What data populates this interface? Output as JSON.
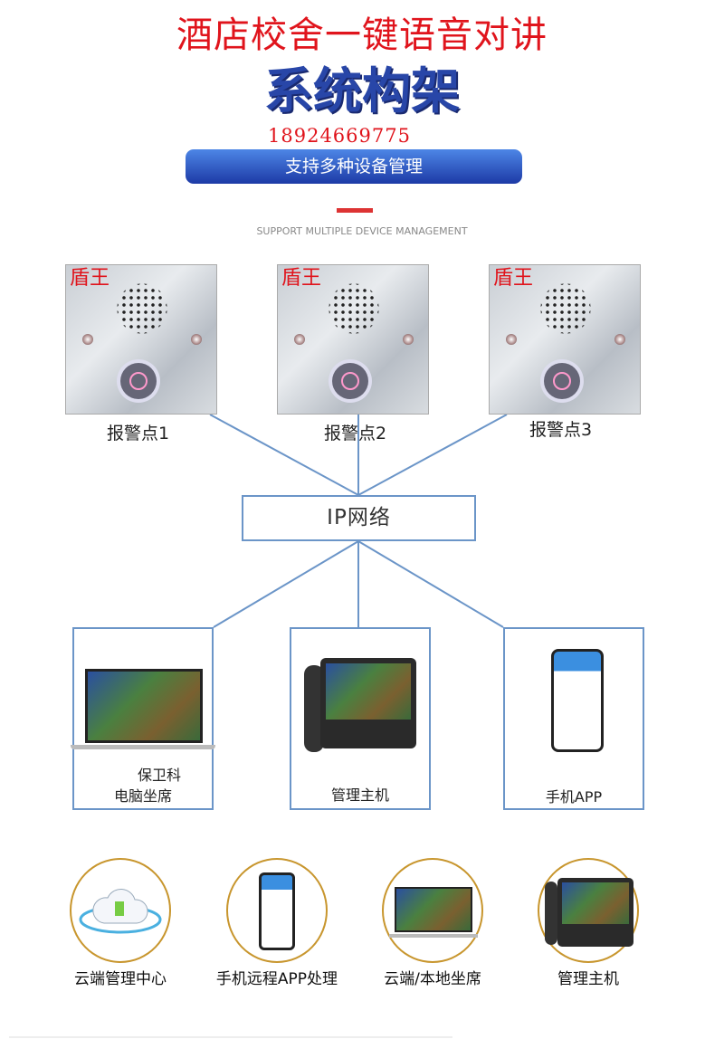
{
  "header": {
    "title": "酒店校舍一键语音对讲",
    "subtitle": "系统构架",
    "phone": "18924669775",
    "banner": "支持多种设备管理",
    "english": "SUPPORT MULTIPLE DEVICE MANAGEMENT"
  },
  "alarm_points": [
    {
      "brand": "盾王",
      "label": "报警点1"
    },
    {
      "brand": "盾王",
      "label": "报警点2"
    },
    {
      "brand": "盾王",
      "label": "报警点3"
    }
  ],
  "network": {
    "label": "IP网络"
  },
  "devices": [
    {
      "label_line1": "保卫科",
      "label_line2": "电脑坐席"
    },
    {
      "label": "管理主机"
    },
    {
      "label": "手机APP"
    }
  ],
  "features": [
    {
      "label": "云端管理中心"
    },
    {
      "label": "手机远程APP处理"
    },
    {
      "label": "云端/本地坐席"
    },
    {
      "label": "管理主机"
    }
  ],
  "colors": {
    "title_red": "#e0141c",
    "subtitle_blue": "#2846a8",
    "line_blue": "#6b95c8",
    "circle_gold": "#c8962e"
  }
}
